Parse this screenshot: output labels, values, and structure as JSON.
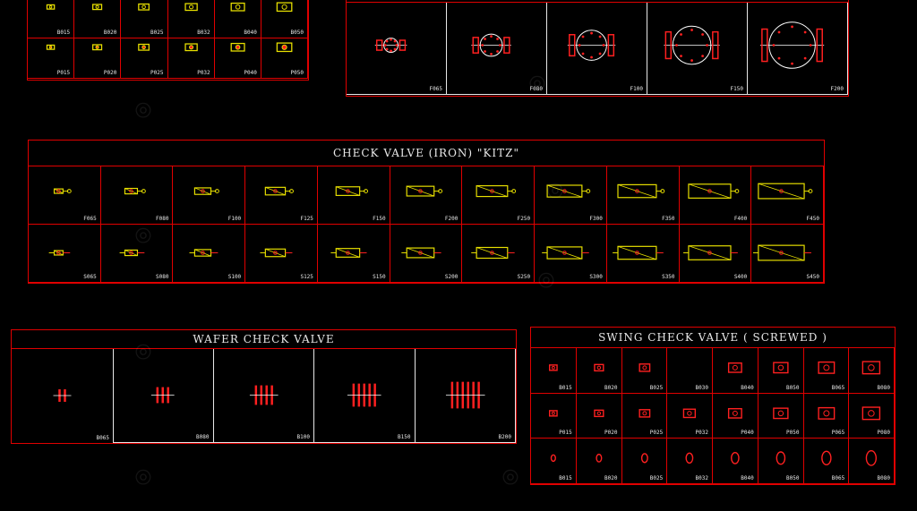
{
  "colors": {
    "frame": "#e00000",
    "line": "#e8e8e8",
    "iron": "#e8e000",
    "red": "#ff2020",
    "white": "#ffffff"
  },
  "topleft": {
    "row1": [
      "B015",
      "B020",
      "B025",
      "B032",
      "B040",
      "B050"
    ],
    "row2": [
      "P015",
      "P020",
      "P025",
      "P032",
      "P040",
      "P050"
    ]
  },
  "topright": {
    "labels": [
      "F065",
      "F080",
      "F100",
      "F150",
      "F200"
    ]
  },
  "check_iron": {
    "title": "CHECK VALVE (IRON) \"KITZ\"",
    "row1": [
      "F065",
      "F080",
      "F100",
      "F125",
      "F150",
      "F200",
      "F250",
      "F300",
      "F350",
      "F400",
      "F450"
    ],
    "row2": [
      "S065",
      "S080",
      "S100",
      "S125",
      "S150",
      "S200",
      "S250",
      "S300",
      "S350",
      "S400",
      "S450"
    ]
  },
  "wafer": {
    "title": "WAFER CHECK VALVE",
    "labels": [
      "B065",
      "B080",
      "B100",
      "B150",
      "B200"
    ]
  },
  "swing": {
    "title": "SWING CHECK VALVE ( SCREWED )",
    "row1": [
      "B015",
      "B020",
      "B025",
      "B030",
      "B040",
      "B050",
      "B065",
      "B080"
    ],
    "row2": [
      "P015",
      "P020",
      "P025",
      "P032",
      "P040",
      "P050",
      "P065",
      "P080"
    ],
    "row3": [
      "B015",
      "B020",
      "B025",
      "B032",
      "B040",
      "B050",
      "B065",
      "B080"
    ]
  }
}
